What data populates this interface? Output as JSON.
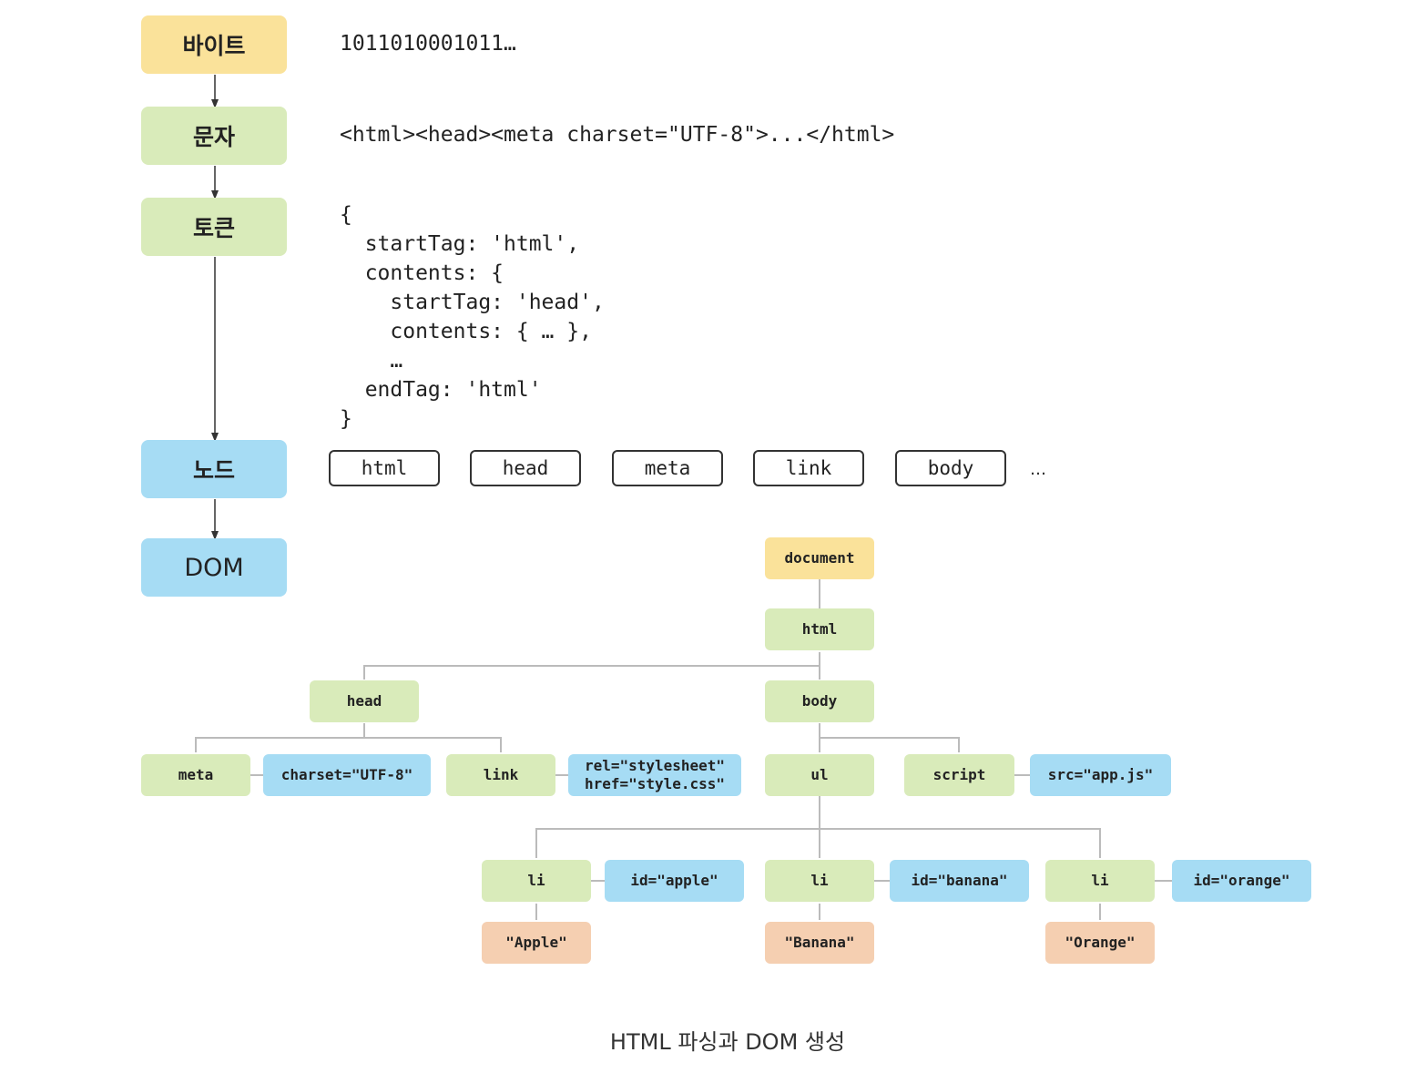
{
  "stages": [
    {
      "label": "바이트",
      "color": "#fae29a"
    },
    {
      "label": "문자",
      "color": "#d9ebba"
    },
    {
      "label": "토큰",
      "color": "#d9ebba"
    },
    {
      "label": "노드",
      "color": "#a6dcf4"
    },
    {
      "label": "DOM",
      "color": "#a6dcf4"
    }
  ],
  "bytes_text": "1011010001011…",
  "chars_text": "<html><head><meta charset=\"UTF-8\">...</html>",
  "token_lines": [
    "{",
    "  startTag: 'html',",
    "  contents: {",
    "    startTag: 'head',",
    "    contents: { … },",
    "    …",
    "  endTag: 'html'",
    "}"
  ],
  "nodes": [
    "html",
    "head",
    "meta",
    "link",
    "body"
  ],
  "nodes_more": "…",
  "tree": {
    "document": "document",
    "html": "html",
    "head": "head",
    "body": "body",
    "meta": "meta",
    "meta_attr": "charset=\"UTF-8\"",
    "link": "link",
    "link_attr_1": "rel=\"stylesheet\"",
    "link_attr_2": "href=\"style.css\"",
    "ul": "ul",
    "script": "script",
    "script_attr": "src=\"app.js\"",
    "li_1": "li",
    "li_1_attr": "id=\"apple\"",
    "li_1_text": "\"Apple\"",
    "li_2": "li",
    "li_2_attr": "id=\"banana\"",
    "li_2_text": "\"Banana\"",
    "li_3": "li",
    "li_3_attr": "id=\"orange\"",
    "li_3_text": "\"Orange\""
  },
  "colors": {
    "document": "#fae29a",
    "element": "#d9ebba",
    "attribute": "#a6dcf4",
    "text": "#f5cfb1"
  },
  "caption": "HTML 파싱과 DOM 생성"
}
